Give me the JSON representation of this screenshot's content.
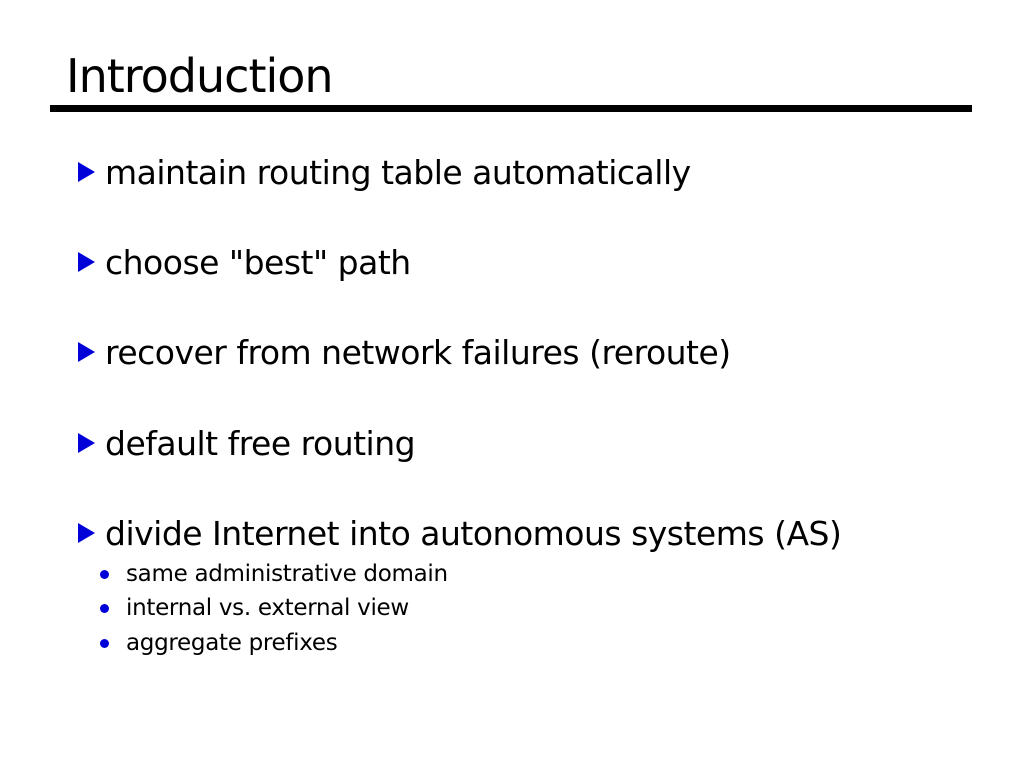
{
  "slide": {
    "title": "Introduction",
    "bullets": [
      {
        "text": "maintain routing table automatically"
      },
      {
        "text": "choose \"best\" path"
      },
      {
        "text": "recover from network failures (reroute)"
      },
      {
        "text": "default free routing"
      },
      {
        "text": "divide Internet into autonomous systems (AS)",
        "sub_items": [
          "same administrative domain",
          "internal vs. external view",
          "aggregate prefixes"
        ]
      }
    ],
    "colors": {
      "bullet_blue": "#0000d9",
      "text": "#000000",
      "background": "#ffffff",
      "underline": "#000000"
    }
  }
}
